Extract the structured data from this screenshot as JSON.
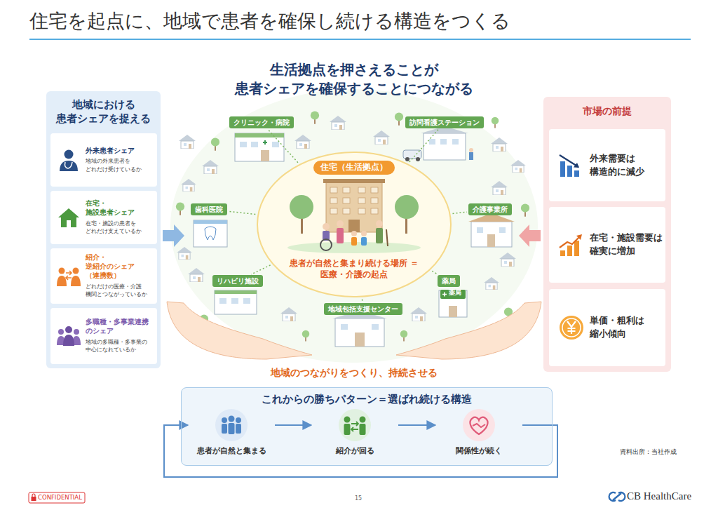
{
  "diagram": {
    "title": "住宅を起点に、地域で患者を確保し続ける構造をつくる",
    "nodes": [
      {
        "text": [
          "地域における 患者シェアを捉える"
        ]
      },
      {
        "text": [
          "外来患者シェア",
          "地域の外来患者を どれだけ受けているか"
        ],
        "in": 0
      },
      {
        "text": [
          "在宅・施設患者シェア",
          "在宅・施設の患者を どれだけ支えているか"
        ],
        "in": 0
      },
      {
        "text": [
          "紹介・逆紹介のシェア （連携数）",
          "どれだけの医療・介護 機関とつながっているか"
        ],
        "in": 0
      },
      {
        "text": [
          "多職種・多事業連携 のシェア",
          "地域の多職種・多事業の 中心になれているか"
        ],
        "in": 0
      },
      {
        "text": [
          "クリニック・病院"
        ]
      },
      {
        "text": [
          "訪問看護ステーション"
        ]
      },
      {
        "text": [
          "住宅（生活拠点）",
          "患者が自然と集まり続ける場所 ＝医療・介護の起点"
        ]
      },
      {
        "text": [
          "歯科医院"
        ]
      },
      {
        "text": [
          "介護事業所"
        ]
      },
      {
        "text": [
          "リハビリ施設"
        ]
      },
      {
        "text": [
          "薬局"
        ]
      },
      {
        "text": [
          "地域包括支援センター"
        ]
      },
      {
        "text": [
          "市場の前提"
        ]
      },
      {
        "text": [
          "外来需要は 構造的に減少"
        ],
        "in": 13
      },
      {
        "text": [
          "在宅・施設需要は 確実に増加"
        ],
        "in": 13
      },
      {
        "text": [
          "単価・粗利は 縮小傾向"
        ],
        "in": 13
      },
      {
        "text": [
          "これからの勝ちパターン＝選ばれ続ける構造"
        ]
      },
      {
        "text": [
          "患者が自然と集まる"
        ],
        "in": 17
      },
      {
        "text": [
          "紹介が回る"
        ],
        "in": 17
      },
      {
        "text": [
          "関係性が続く"
        ],
        "in": 17
      }
    ],
    "edges": [
      {
        "from": 7,
        "to": 5,
        "arrow": "none"
      },
      {
        "from": 7,
        "to": 6,
        "arrow": "none"
      },
      {
        "from": 7,
        "to": 8,
        "arrow": "none"
      },
      {
        "from": 7,
        "to": 9,
        "arrow": "none"
      },
      {
        "from": 7,
        "to": 10,
        "arrow": "none"
      },
      {
        "from": 7,
        "to": 11,
        "arrow": "none"
      },
      {
        "from": 7,
        "to": 12,
        "arrow": "none"
      },
      {
        "from": 18,
        "to": 19,
        "arrow": "to"
      },
      {
        "from": 19,
        "to": 20,
        "arrow": "to"
      },
      {
        "from": 20,
        "to": 18,
        "arrow": "to"
      }
    ],
    "labels": [
      "生活拠点を押さえることが 患者シェアを確保することにつながる",
      "薬局",
      "地域のつながりをつくり、持続させる",
      "資料出所：当社作成",
      "CONFIDENTIAL",
      "15",
      "CB HealthCare"
    ]
  }
}
